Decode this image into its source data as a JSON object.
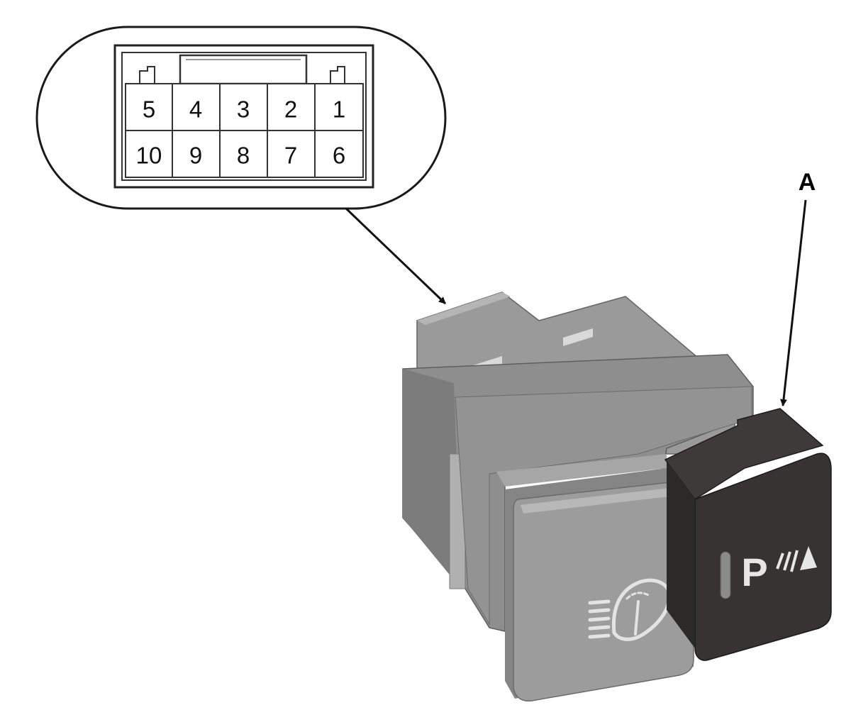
{
  "connector": {
    "top_row_pins": [
      "5",
      "4",
      "3",
      "2",
      "1"
    ],
    "bottom_row_pins": [
      "10",
      "9",
      "8",
      "7",
      "6"
    ]
  },
  "callout": {
    "label": "A"
  },
  "switch": {
    "right_button_letter": "P",
    "left_button_icon": "rear-wiper-washer-icon",
    "right_button_icon": "parking-sensor-icon",
    "colors": {
      "housing": "#8e8e8e",
      "left_cap": "#9a9a9a",
      "right_cap": "#3a3636",
      "outline": "#000000"
    }
  }
}
